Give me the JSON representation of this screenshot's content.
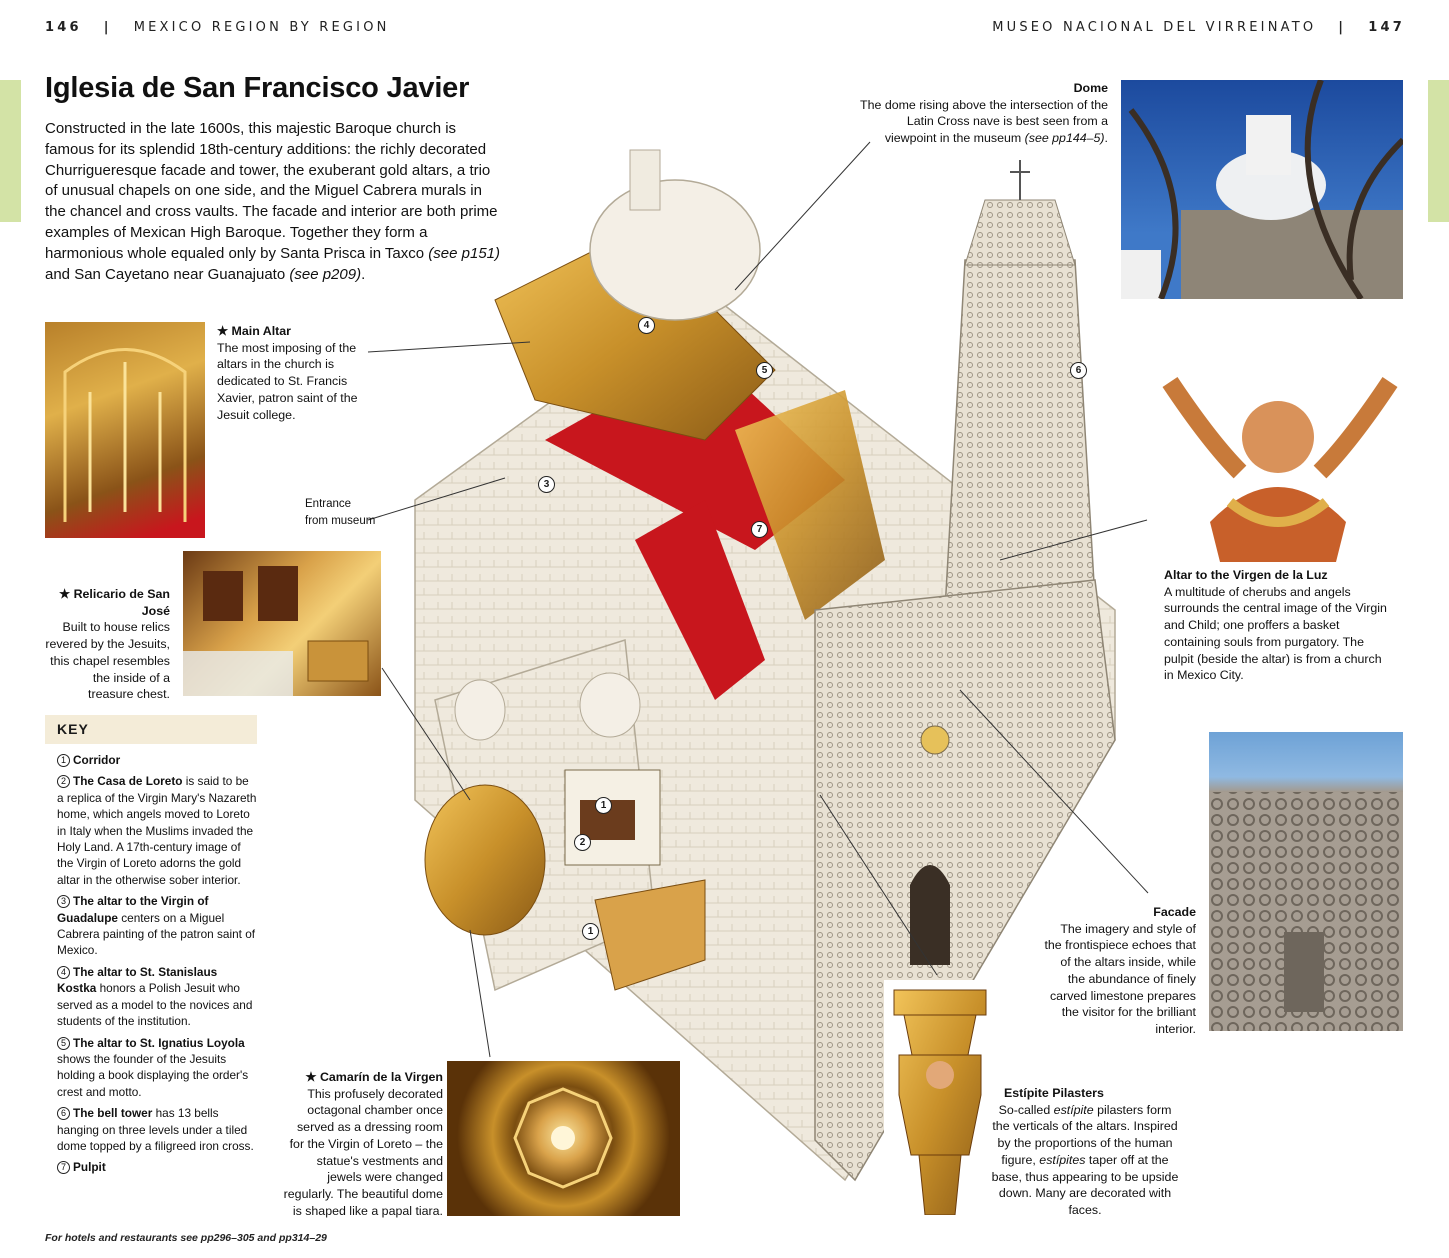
{
  "header": {
    "left_page": "146",
    "left_section": "MEXICO REGION BY REGION",
    "right_section": "MUSEO NACIONAL DEL VIRREINATO",
    "right_page": "147"
  },
  "title": "Iglesia de San Francisco Javier",
  "intro": {
    "text_a": "Constructed in the late 1600s, this majestic Baroque church is famous for its splendid 18th-century additions: the richly decorated Churrigueresque facade and tower, the exuberant gold altars, a trio of unusual chapels on one side, and the Miguel Cabrera murals in the chancel and cross vaults. The facade and interior are both prime examples of Mexican High Baroque. Together they form a harmonious whole equaled only by Santa Prisca in Taxco ",
    "ref_a": "(see p151)",
    "text_b": " and San Cayetano near Guanajuato ",
    "ref_b": "(see p209)",
    "text_c": "."
  },
  "captions": {
    "main_altar": {
      "title": "★ Main Altar",
      "body": "The most imposing of the altars in the church is dedicated to St. Francis Xavier, patron saint of the Jesuit college."
    },
    "relicario": {
      "title": "★ Relicario de San José",
      "body": "Built to house relics revered by the Jesuits, this chapel resembles the inside of a treasure chest."
    },
    "entrance": {
      "line1": "Entrance",
      "line2": "from museum"
    },
    "dome": {
      "title": "Dome",
      "body": "The dome rising above the intersection of the Latin Cross nave is best seen from a viewpoint in the museum ",
      "ref": "(see pp144–5)",
      "end": "."
    },
    "altar_virgen": {
      "title": "Altar to the Virgen de la Luz",
      "body": "A multitude of cherubs and angels surrounds the central image of the Virgin and Child; one proffers a basket containing souls from purgatory. The pulpit (beside the altar) is from a church in Mexico City."
    },
    "facade": {
      "title": "Facade",
      "body": "The imagery and style of the frontispiece echoes that of the altars inside, while the abundance of finely carved limestone prepares the visitor for the brilliant interior."
    },
    "estipite": {
      "title": "Estípite Pilasters",
      "body_a": "So-called ",
      "em_a": "estípite",
      "body_b": " pilasters form the verticals of the altars. Inspired by the proportions of the human figure, ",
      "em_b": "estípites",
      "body_c": " taper off at the base, thus appearing to be upside down. Many are decorated with faces."
    },
    "camarin": {
      "title": "★ Camarín de la Virgen",
      "body": "This profusely decorated octagonal chamber once served as a dressing room for the Virgin of Loreto – the statue's vestments and jewels were changed regularly. The beautiful dome is shaped like a papal tiara."
    }
  },
  "key": {
    "heading": "KEY",
    "items": [
      {
        "n": "1",
        "bold": "Corridor",
        "text": ""
      },
      {
        "n": "2",
        "bold": "The Casa de Loreto",
        "text": " is said to be a replica of the Virgin Mary's Nazareth home, which angels moved to Loreto in Italy when the Muslims invaded the Holy Land. A 17th-century image of the Virgin of Loreto adorns the gold altar in the otherwise sober interior."
      },
      {
        "n": "3",
        "bold": "The altar to the Virgin of Guadalupe",
        "text": " centers on a Miguel Cabrera painting of the patron saint of Mexico."
      },
      {
        "n": "4",
        "bold": "The altar to St. Stanislaus Kostka",
        "text": " honors a Polish Jesuit who served as a model to the novices and students of the institution."
      },
      {
        "n": "5",
        "bold": "The altar to St. Ignatius Loyola",
        "text": " shows the founder of the Jesuits holding a book displaying the order's crest and motto."
      },
      {
        "n": "6",
        "bold": "The bell tower",
        "text": " has 13 bells hanging on three levels under a tiled dome topped by a filigreed iron cross."
      },
      {
        "n": "7",
        "bold": "Pulpit",
        "text": ""
      }
    ]
  },
  "callout_numbers": [
    "1",
    "2",
    "1",
    "3",
    "4",
    "5",
    "6",
    "7"
  ],
  "footer": "For hotels and restaurants see pp296–305 and pp314–29",
  "colors": {
    "tab": "#d3e3a6",
    "key_header": "#f4ecd8",
    "gold": "#c8902a",
    "red": "#c8161d"
  }
}
